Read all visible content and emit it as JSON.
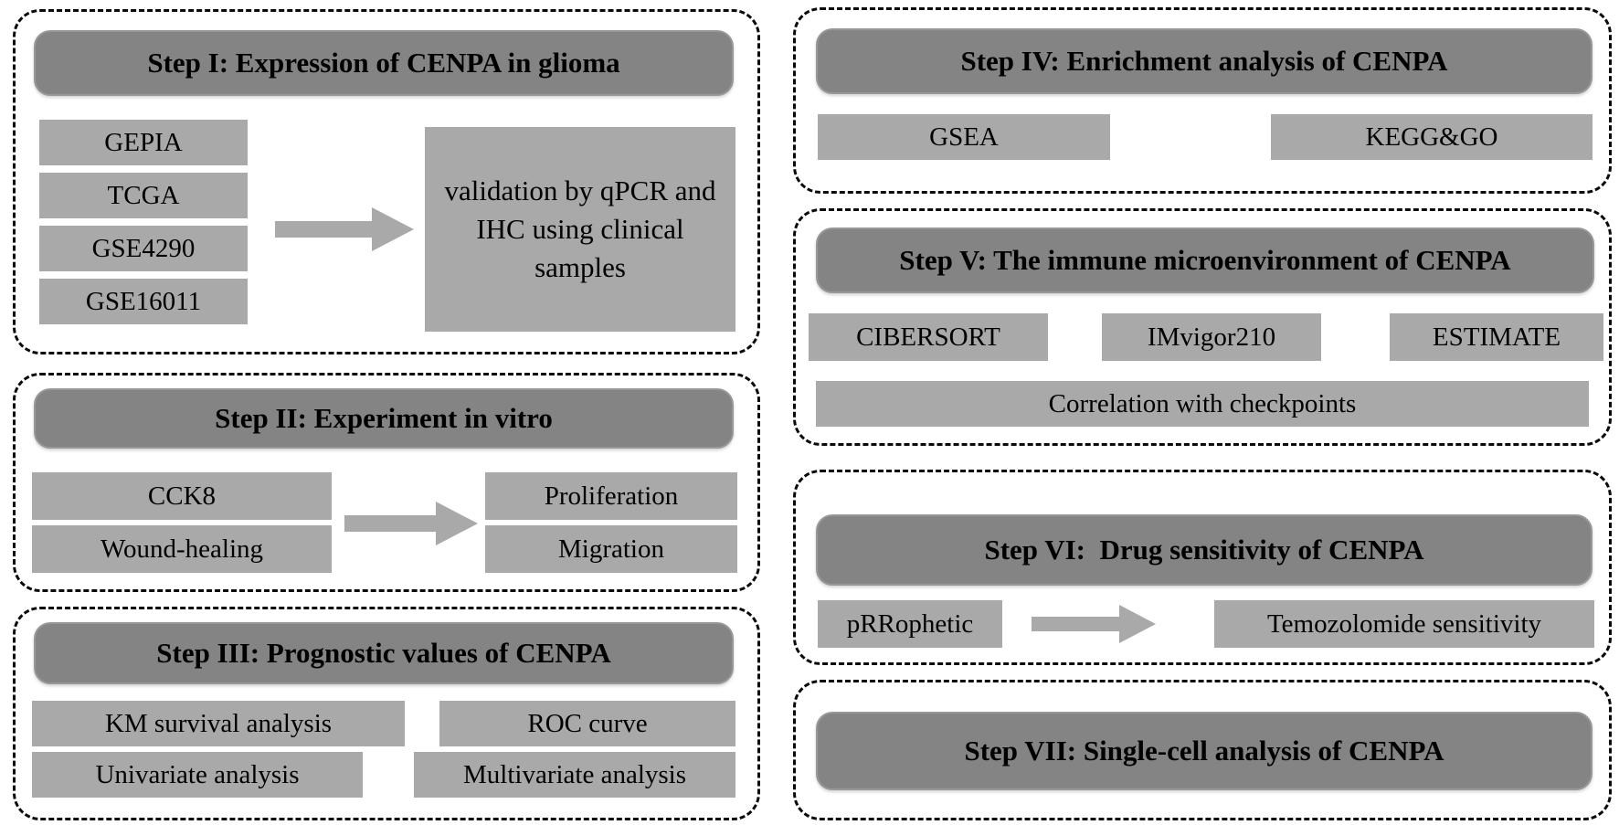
{
  "colors": {
    "header_bg": "#848484",
    "item_bg": "#a9a9a9",
    "arrow": "#a9a9a9",
    "dashed_border": "#0a0a0a",
    "text": "#000000",
    "background": "#ffffff"
  },
  "step1": {
    "title": "Step I: Expression of CENPA in glioma",
    "sources": [
      "GEPIA",
      "TCGA",
      "GSE4290",
      "GSE16011"
    ],
    "result": "validation by qPCR and IHC using clinical samples"
  },
  "step2": {
    "title": "Step II: Experiment in vitro",
    "methods": [
      "CCK8",
      "Wound-healing"
    ],
    "outcomes": [
      "Proliferation",
      "Migration"
    ]
  },
  "step3": {
    "title": "Step III: Prognostic values of CENPA",
    "items": [
      "KM survival analysis",
      "ROC curve",
      "Univariate analysis",
      "Multivariate analysis"
    ]
  },
  "step4": {
    "title": "Step IV: Enrichment analysis of CENPA",
    "items": [
      "GSEA",
      "KEGG&GO"
    ]
  },
  "step5": {
    "title": "Step V: The immune microenvironment of CENPA",
    "items": [
      "CIBERSORT",
      "IMvigor210",
      "ESTIMATE"
    ],
    "wide_item": "Correlation with checkpoints"
  },
  "step6": {
    "title": "Step VI:  Drug sensitivity of CENPA",
    "method": "pRRophetic",
    "outcome": "Temozolomide sensitivity"
  },
  "step7": {
    "title": "Step VII: Single-cell analysis of CENPA"
  }
}
